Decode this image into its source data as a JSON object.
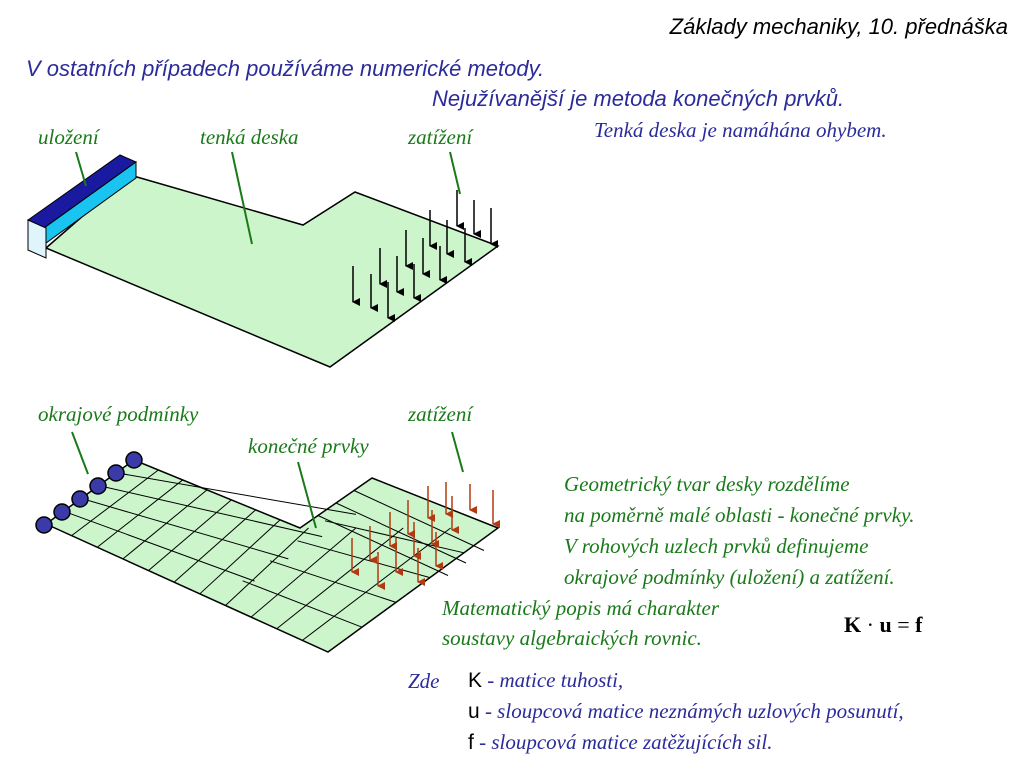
{
  "header": {
    "title": "Základy mechaniky, 10. přednáška"
  },
  "intro": {
    "line1": "V ostatních případech používáme numerické metody.",
    "line2": "Nejužívanější je metoda konečných prvků."
  },
  "plate_diagram": {
    "label_support": "uložení",
    "label_plate": "tenká deska",
    "label_load": "zatížení",
    "note": "Tenká deska je namáhána ohybem."
  },
  "fem_diagram": {
    "label_bc": "okrajové podmínky",
    "label_load": "zatížení",
    "label_elements": "konečné prvky"
  },
  "explanation": {
    "line1": "Geometrický tvar desky rozdělíme",
    "line2": "na poměrně malé oblasti - konečné prvky.",
    "line3": "V rohových uzlech prvků definujeme",
    "line4": "okrajové podmínky (uložení) a zatížení.",
    "math1": "Matematický popis má charakter",
    "math2": "soustavy algebraických rovnic."
  },
  "equation": {
    "K": "K",
    "dot": "·",
    "u": "u",
    "eq": "=",
    "f": "f"
  },
  "legend": {
    "zde": "Zde",
    "items": [
      {
        "sym": "K",
        "desc": "- matice tuhosti,"
      },
      {
        "sym": "u",
        "desc": "- sloupcová matice neznámých uzlových posunutí,"
      },
      {
        "sym": "f",
        "desc": "- sloupcová matice zatěžujících sil."
      }
    ]
  },
  "colors": {
    "plate_fill": "#ccf5cc",
    "support_top": "#1a1aa0",
    "support_front": "#19c4f0",
    "node_fill": "#3a3aa8",
    "arrow_fem": "#b23a10",
    "label_green": "#1a7a1a",
    "text_blue": "#2b2b9a"
  }
}
